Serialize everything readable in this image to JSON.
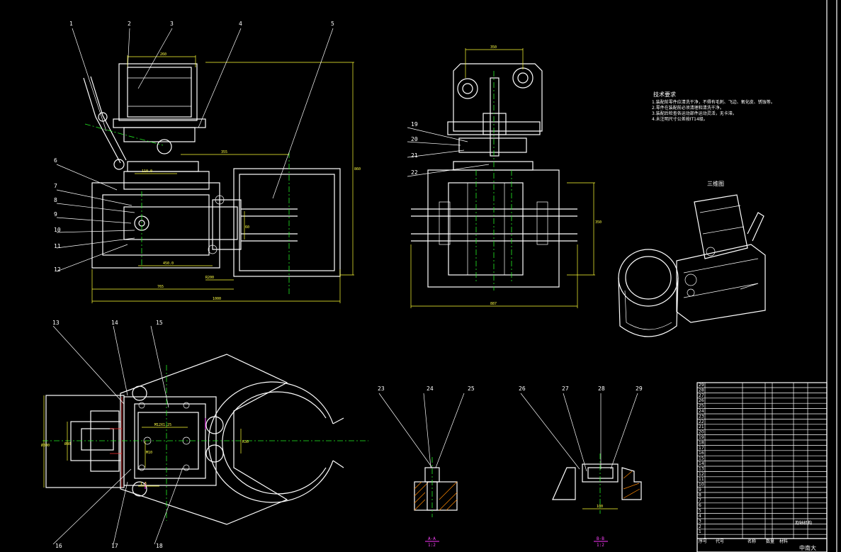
{
  "drawing": {
    "tech_req_title": "技术要求",
    "tech_req_lines": [
      "1.装配前零件应清洗干净，不得有毛刺、飞边、氧化皮、锈蚀等。",
      "2.零件在装配前必须清理和清洗干净。",
      "3.装配后检查各运动部件运动灵活，无卡滞。",
      "4.未注明尺寸公差按IT14级。"
    ],
    "iso_title": "三维图",
    "section_a_label": "A-A",
    "section_a_scale": "1:2",
    "section_b_label": "B-B",
    "section_b_scale": "1:2"
  },
  "callouts": {
    "top_view": [
      "1",
      "2",
      "3",
      "4",
      "5",
      "6",
      "7",
      "8",
      "9",
      "10",
      "11",
      "12"
    ],
    "side_view": [
      "19",
      "20",
      "21",
      "22"
    ],
    "plan_view": [
      "13",
      "14",
      "15",
      "16",
      "17",
      "18"
    ],
    "section_a": [
      "23",
      "24",
      "25"
    ],
    "section_b": [
      "26",
      "27",
      "28",
      "29"
    ]
  },
  "title_block": {
    "rows": [
      "29",
      "28",
      "27",
      "26",
      "25",
      "24",
      "23",
      "22",
      "21",
      "20",
      "19",
      "18",
      "17",
      "16",
      "15",
      "14",
      "13",
      "12",
      "11",
      "10",
      "9",
      "8",
      "7",
      "6",
      "5",
      "4",
      "3",
      "2",
      "1"
    ],
    "header_no": "序号",
    "header_code": "代号",
    "header_name": "名称",
    "header_qty": "数量",
    "header_material": "材料",
    "school": "中南大",
    "drawing_name": "抱轴机构"
  },
  "colors": {
    "background": "#000000",
    "outline": "#ffffff",
    "dimension": "#ffff33",
    "centerline": "#22ee22",
    "highlight": "#ff33ff",
    "hidden": "#ff3333"
  }
}
